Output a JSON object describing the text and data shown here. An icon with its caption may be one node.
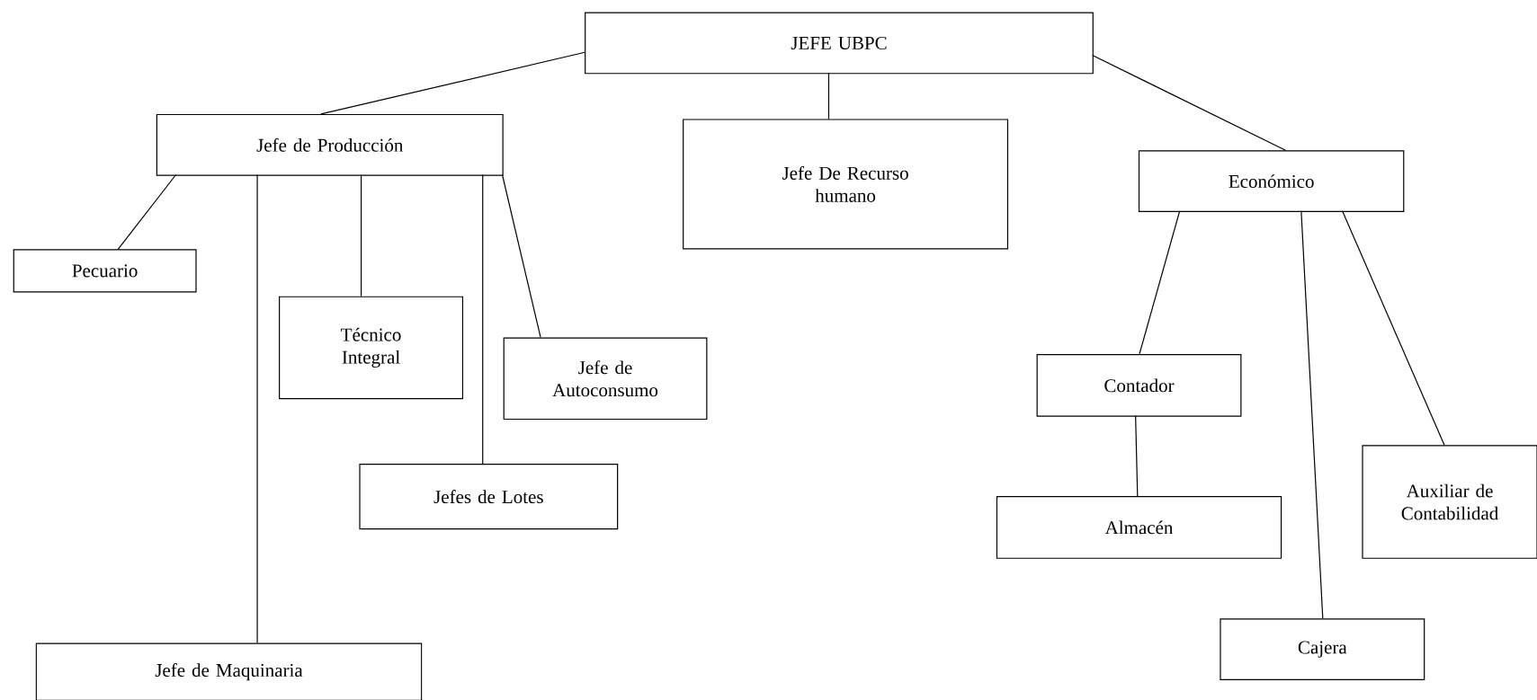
{
  "diagram": {
    "nodes": [
      {
        "text": [
          "JEFE UBPC"
        ]
      },
      {
        "text": [
          "Jefe de Producción"
        ]
      },
      {
        "text": [
          "Jefe De Recurso humano"
        ]
      },
      {
        "text": [
          "Económico"
        ]
      },
      {
        "text": [
          "Pecuario"
        ]
      },
      {
        "text": [
          "Técnico Integral"
        ]
      },
      {
        "text": [
          "Jefe de Autoconsumo"
        ]
      },
      {
        "text": [
          "Jefes de Lotes"
        ]
      },
      {
        "text": [
          "Jefe de Maquinaria"
        ]
      },
      {
        "text": [
          "Contador"
        ]
      },
      {
        "text": [
          "Almacén"
        ]
      },
      {
        "text": [
          "Auxiliar de Contabilidad"
        ]
      },
      {
        "text": [
          "Cajera"
        ]
      }
    ],
    "edges": [
      {
        "from": 0,
        "to": 1,
        "arrow": "none"
      },
      {
        "from": 0,
        "to": 2,
        "arrow": "none"
      },
      {
        "from": 0,
        "to": 3,
        "arrow": "none"
      },
      {
        "from": 1,
        "to": 4,
        "arrow": "none"
      },
      {
        "from": 1,
        "to": 8,
        "arrow": "none"
      },
      {
        "from": 1,
        "to": 5,
        "arrow": "none"
      },
      {
        "from": 1,
        "to": 7,
        "arrow": "none"
      },
      {
        "from": 1,
        "to": 6,
        "arrow": "none"
      },
      {
        "from": 3,
        "to": 9,
        "arrow": "none"
      },
      {
        "from": 3,
        "to": 12,
        "arrow": "none"
      },
      {
        "from": 3,
        "to": 11,
        "arrow": "none"
      },
      {
        "from": 9,
        "to": 10,
        "arrow": "none"
      }
    ]
  }
}
